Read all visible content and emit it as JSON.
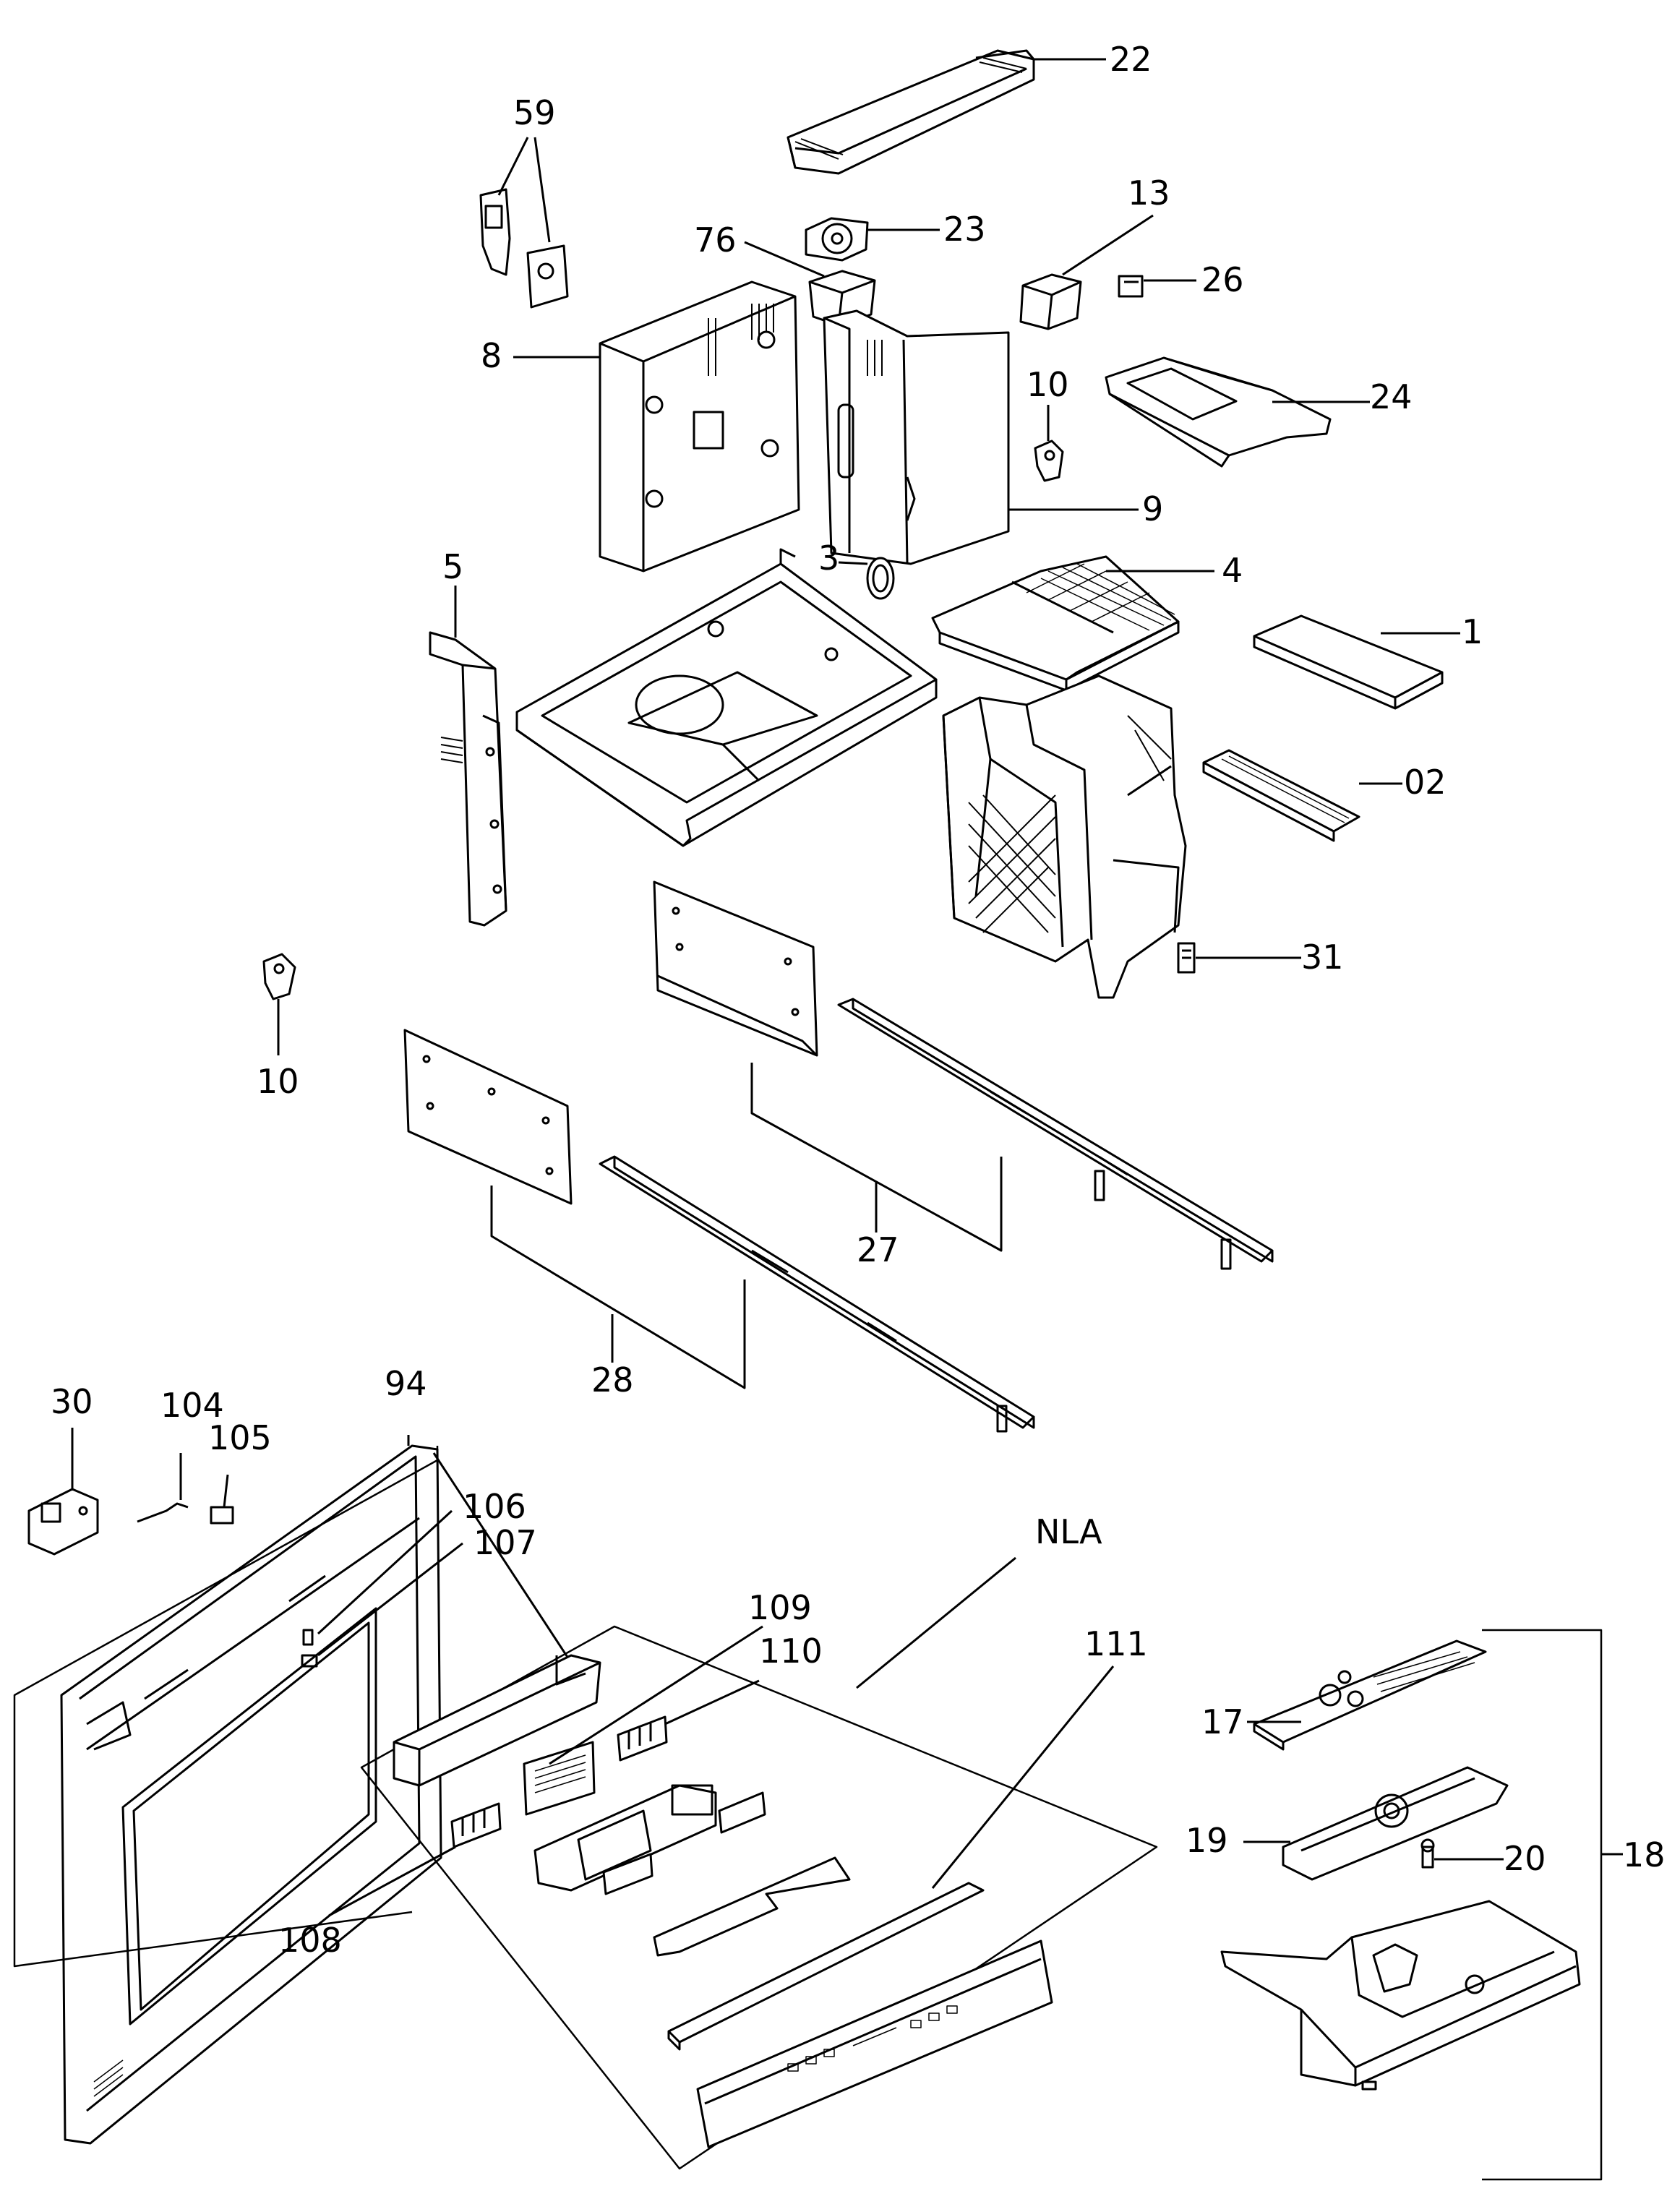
{
  "diagram": {
    "type": "exploded parts diagram",
    "labels": {
      "p59": "59",
      "p22": "22",
      "p23": "23",
      "p13": "13",
      "p76": "76",
      "p26": "26",
      "p8": "8",
      "p10a": "10",
      "p24": "24",
      "p9": "9",
      "p3": "3",
      "p4": "4",
      "p5": "5",
      "p1": "1",
      "p02": "02",
      "p31": "31",
      "p10b": "10",
      "p27": "27",
      "p28": "28",
      "p30": "30",
      "p94": "94",
      "p104": "104",
      "p105": "105",
      "p106": "106",
      "p107": "107",
      "p109": "109",
      "pNLA": "NLA",
      "p110": "110",
      "p111": "111",
      "p17": "17",
      "p19": "19",
      "p20": "20",
      "p18": "18",
      "p108": "108"
    }
  }
}
